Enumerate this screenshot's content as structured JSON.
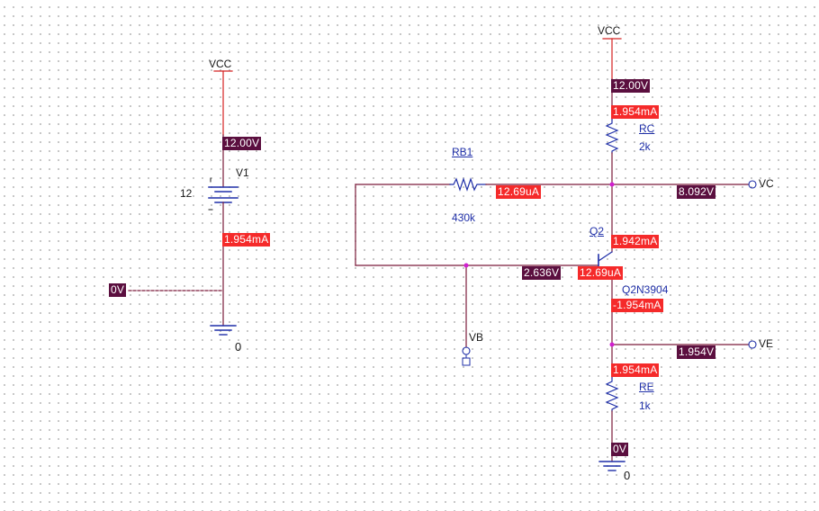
{
  "power_labels": {
    "vcc_left": "VCC",
    "vcc_right": "VCC"
  },
  "ground_labels": {
    "left": "0",
    "right": "0"
  },
  "components": {
    "v1": {
      "ref": "V1",
      "value": "12"
    },
    "rb1": {
      "ref": "RB1",
      "value": "430k"
    },
    "rc": {
      "ref": "RC",
      "value": "2k"
    },
    "re": {
      "ref": "RE",
      "value": "1k"
    },
    "q2": {
      "ref": "Q2",
      "value": "Q2N3904"
    }
  },
  "net_labels": {
    "vc": "VC",
    "ve": "VE",
    "vb": "VB"
  },
  "voltage_markers": {
    "v1_top": "12.00V",
    "left_net": "0V",
    "vcc_right": "12.00V",
    "vc": "8.092V",
    "base": "2.636V",
    "ve": "1.954V",
    "ground_right": "0V"
  },
  "current_markers": {
    "v1": "1.954mA",
    "rc": "1.954mA",
    "rb1": "12.69uA",
    "q2_collector": "1.942mA",
    "q2_base": "12.69uA",
    "q2_emitter": "-1.954mA",
    "re": "1.954mA"
  },
  "colors": {
    "wire": "#7a1a3a",
    "power_wire": "#d42020",
    "voltage_marker": "#5b0f3f",
    "current_marker": "#f52a2a",
    "junction": "#d020d0",
    "reference_text": "#1f2fa8"
  }
}
